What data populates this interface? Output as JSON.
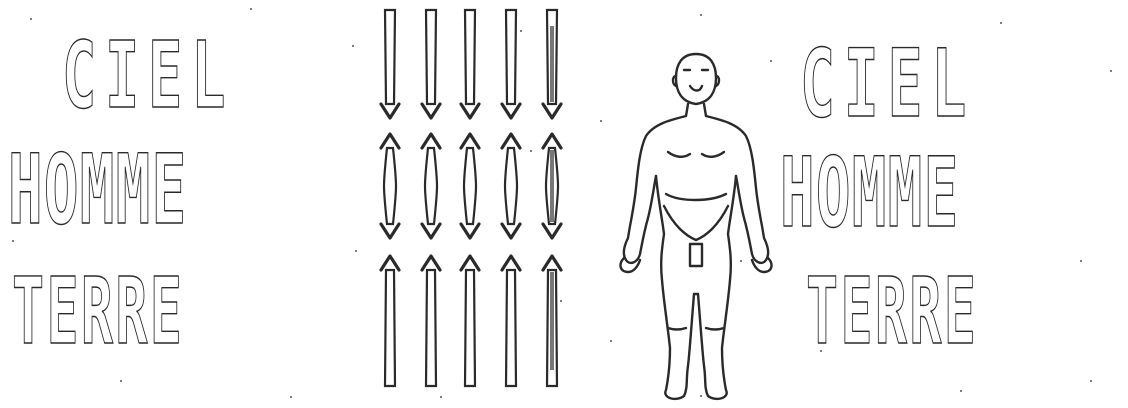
{
  "left_words": {
    "line1": "CIEL",
    "line2": "HOMME",
    "line3": "TERRE"
  },
  "right_words": {
    "line1": "CIEL",
    "line2": "HOMME",
    "line3": "TERRE"
  },
  "arrows": {
    "columns": 5,
    "rows": [
      "down",
      "both",
      "up"
    ]
  },
  "figure": {
    "icon": "human-figure-icon"
  },
  "colors": {
    "ink": "#2a2a2a",
    "background": "#ffffff"
  }
}
